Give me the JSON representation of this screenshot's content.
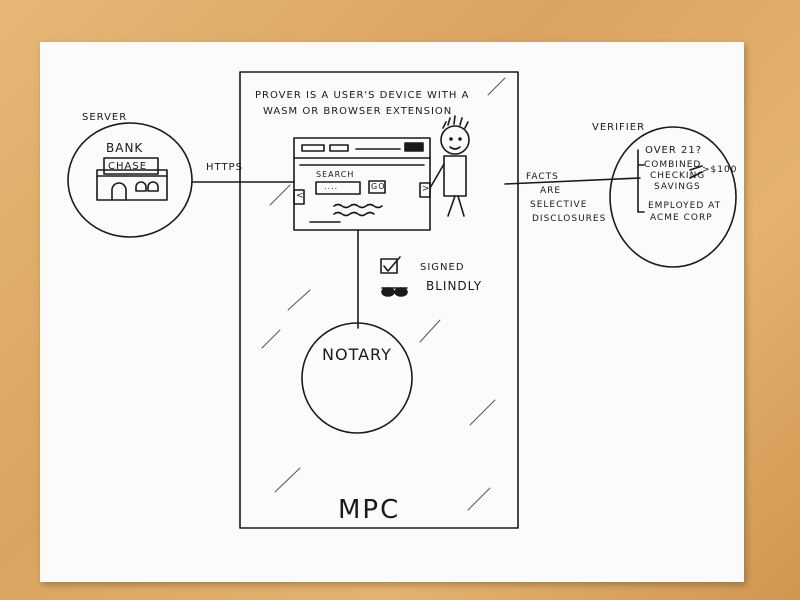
{
  "prover_note": {
    "line1": "Prover is a user's device with a",
    "line2": "WASM or browser extension"
  },
  "server": {
    "label": "Server",
    "bank_label": "Bank",
    "sign_label": "Chase"
  },
  "connection": {
    "https_label": "HTTPS"
  },
  "browser_mock": {
    "search_label": "Search",
    "search_placeholder": "....",
    "go_label": "Go",
    "prev_arrow": "<",
    "next_arrow": ">"
  },
  "notary": {
    "label": "Notary",
    "signed_label": "Signed",
    "blindly_label": "Blindly"
  },
  "facts": {
    "line1": "Facts",
    "line2": "are",
    "line3": "selective",
    "line4": "disclosures"
  },
  "verifier": {
    "label": "Verifier",
    "item1": "Over 21?",
    "item2a": "Combined",
    "item2b": "checking",
    "item2c": "savings",
    "item2_value": ">$100",
    "item3a": "Employed at",
    "item3b": "Acme Corp"
  },
  "mpc": {
    "label": "MPC"
  }
}
